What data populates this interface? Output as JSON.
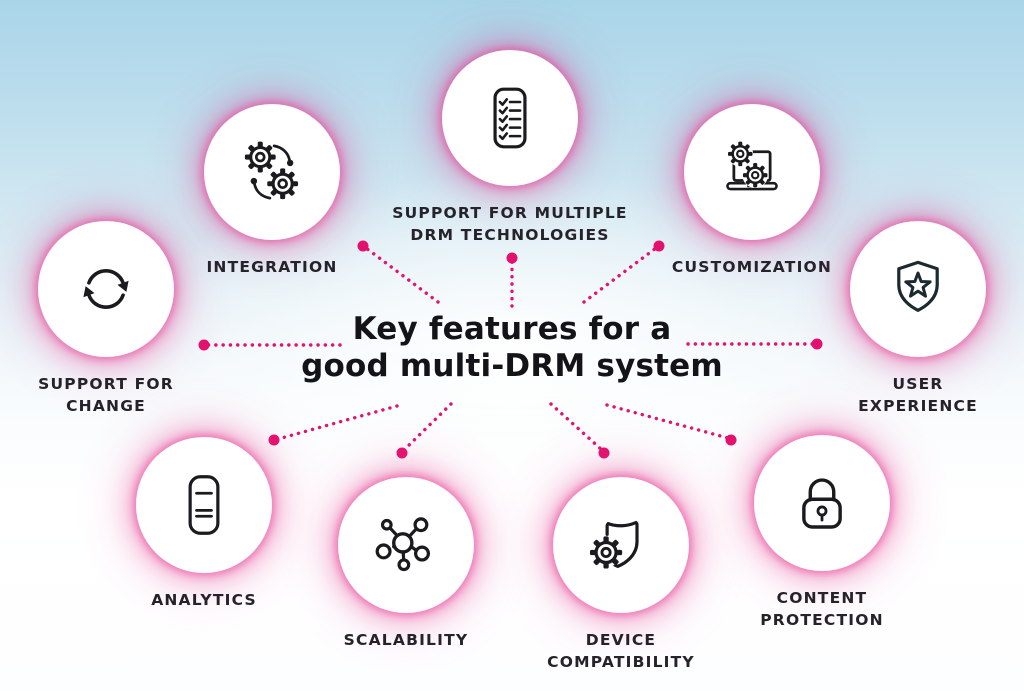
{
  "title": {
    "line1": "Key features for a",
    "line2": "good multi-DRM system"
  },
  "colors": {
    "accent_pink": "#e4116f",
    "glow_pink": "#e83e96",
    "icon_stroke": "#1b1b1f",
    "text_dark": "#26222a",
    "background_top_blue": "#a9d5e8",
    "background_bottom": "#ffffff"
  },
  "nodes": [
    {
      "id": "support-multiple-drm",
      "label": "SUPPORT FOR MULTIPLE\nDRM TECHNOLOGIES",
      "icon": "checklist-icon"
    },
    {
      "id": "integration",
      "label": "INTEGRATION",
      "icon": "gears-sync-icon"
    },
    {
      "id": "customization",
      "label": "CUSTOMIZATION",
      "icon": "laptop-gear-icon"
    },
    {
      "id": "support-for-change",
      "label": "SUPPORT FOR\nCHANGE",
      "icon": "sync-arrows-icon"
    },
    {
      "id": "user-experience",
      "label": "USER\nEXPERIENCE",
      "icon": "shield-star-icon"
    },
    {
      "id": "analytics",
      "label": "ANALYTICS",
      "icon": "document-lines-icon"
    },
    {
      "id": "scalability",
      "label": "SCALABILITY",
      "icon": "network-nodes-icon"
    },
    {
      "id": "device-compatibility",
      "label": "DEVICE\nCOMPATIBILITY",
      "icon": "shield-gear-icon"
    },
    {
      "id": "content-protection",
      "label": "CONTENT\nPROTECTION",
      "icon": "padlock-icon"
    }
  ]
}
